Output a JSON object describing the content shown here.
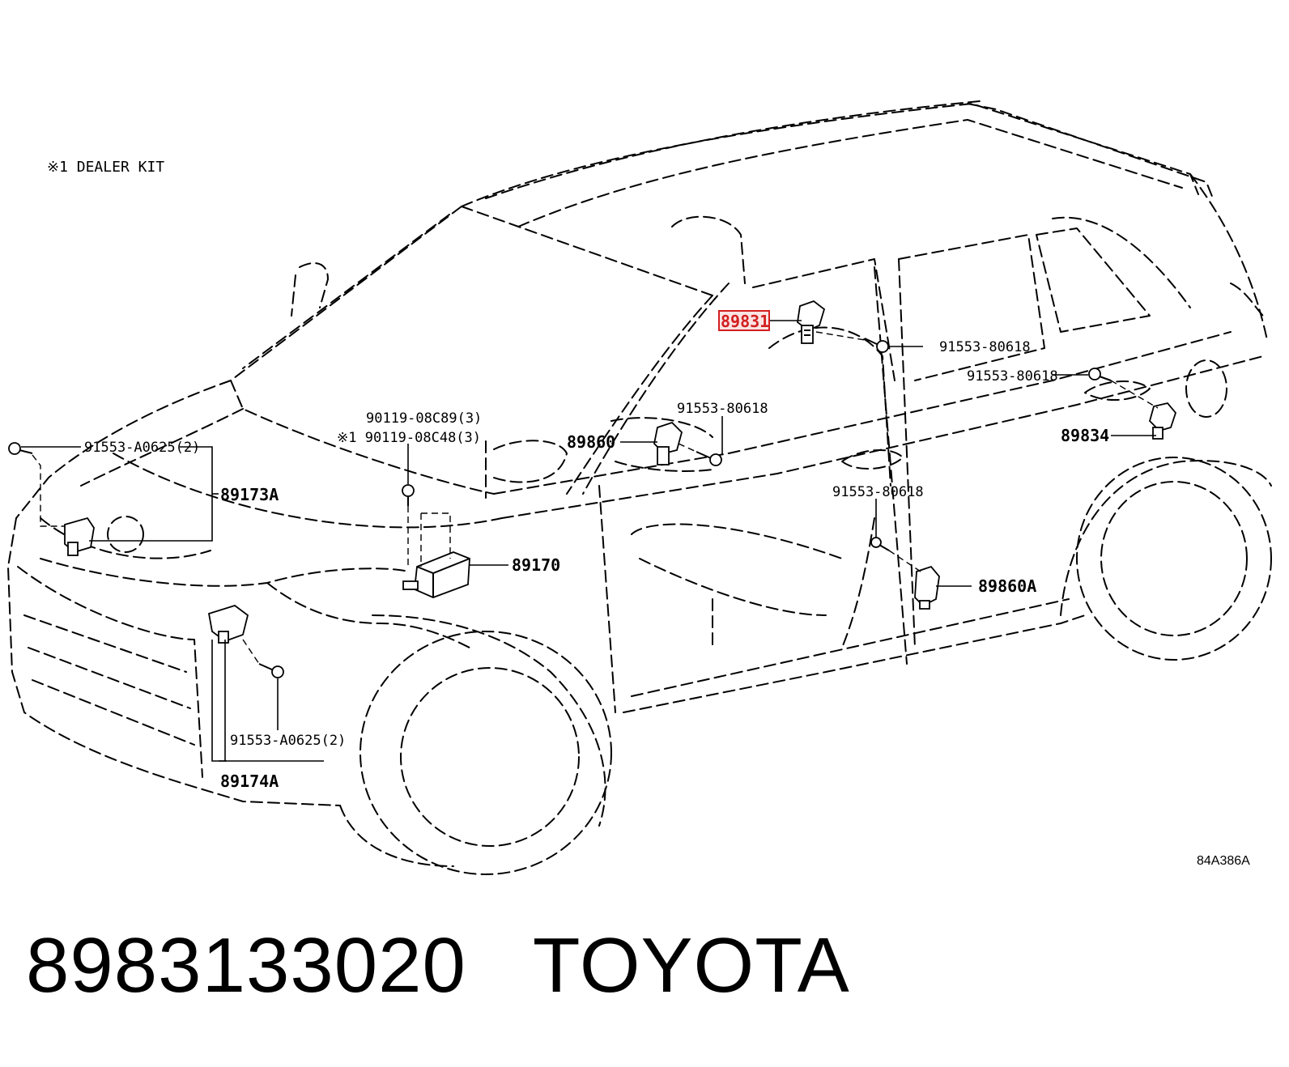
{
  "note": "※1 DEALER KIT",
  "figure_code": "84A386A",
  "highlight_color": "#d21f1f",
  "caption": {
    "part_number": "8983133020",
    "brand": "TOYOTA"
  },
  "labels": {
    "p89831": "89831",
    "bolt_89831": "91553-80618",
    "bolt_89834": "91553-80618",
    "p89834": "89834",
    "bolt_89860": "91553-80618",
    "p89860": "89860",
    "bolt_89860a": "91553-80618",
    "p89860a": "89860A",
    "bolt_89173a": "91553-A0625(2)",
    "p89173a": "89173A",
    "screw_1": "90119-08C89(3)",
    "screw_2": "※1 90119-08C48(3)",
    "p89170": "89170",
    "bolt_89174a": "91553-A0625(2)",
    "p89174a": "89174A"
  }
}
